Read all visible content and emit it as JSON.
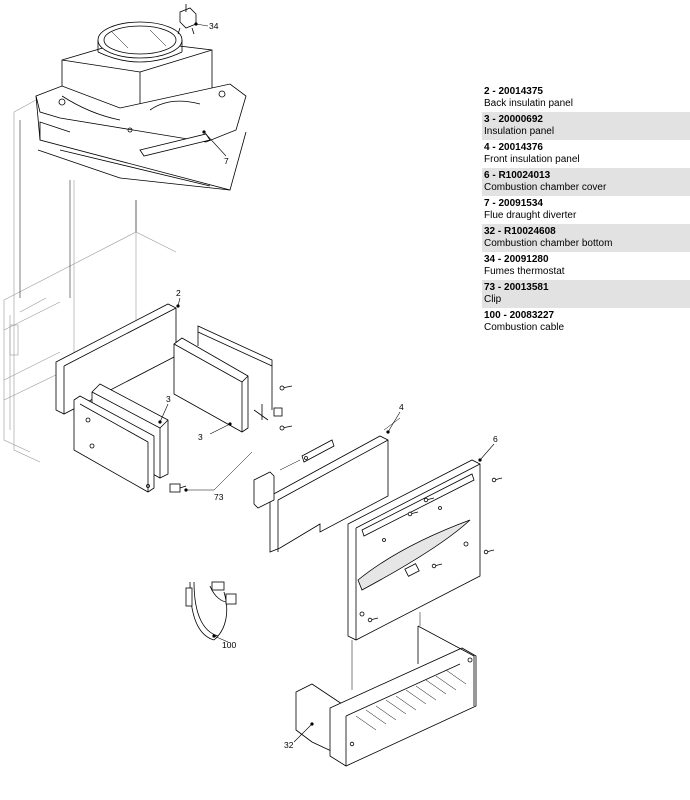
{
  "parts": [
    {
      "code": "2   - 20014375",
      "description": "Back insulatin panel"
    },
    {
      "code": "3   - 20000692",
      "description": "Insulation panel"
    },
    {
      "code": "4   - 20014376",
      "description": "Front insulation panel"
    },
    {
      "code": "6   - R10024013",
      "description": "Combustion chamber cover"
    },
    {
      "code": "7   - 20091534",
      "description": "Flue draught diverter"
    },
    {
      "code": "32   - R10024608",
      "description": "Combustion chamber bottom"
    },
    {
      "code": "34   - 20091280",
      "description": "Fumes thermostat"
    },
    {
      "code": "73   - 20013581",
      "description": "Clip"
    },
    {
      "code": "100   - 20083227",
      "description": "Combustion cable"
    }
  ],
  "callouts": {
    "c34": "34",
    "c7": "7",
    "c2": "2",
    "c3a": "3",
    "c3b": "3",
    "c73": "73",
    "c4": "4",
    "c6": "6",
    "c100": "100",
    "c32": "32"
  }
}
